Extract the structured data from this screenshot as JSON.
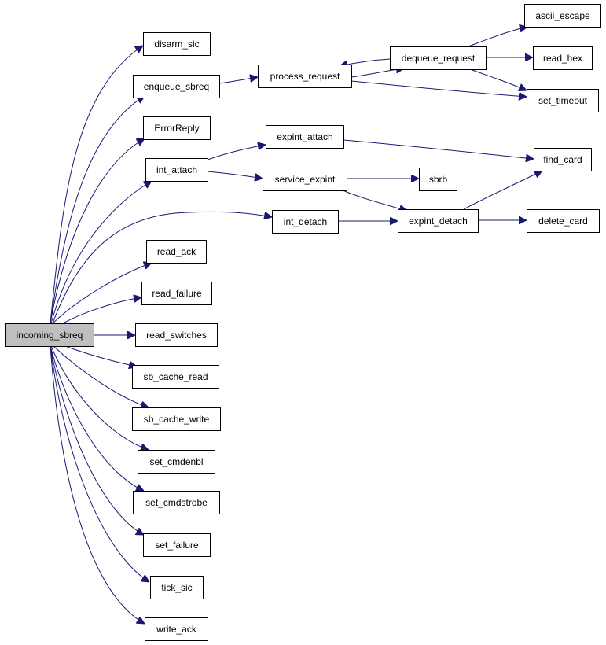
{
  "nodes": {
    "incoming_sbreq": "incoming_sbreq",
    "disarm_sic": "disarm_sic",
    "enqueue_sbreq": "enqueue_sbreq",
    "ErrorReply": "ErrorReply",
    "int_attach": "int_attach",
    "int_detach": "int_detach",
    "read_ack": "read_ack",
    "read_failure": "read_failure",
    "read_switches": "read_switches",
    "sb_cache_read": "sb_cache_read",
    "sb_cache_write": "sb_cache_write",
    "set_cmdenbl": "set_cmdenbl",
    "set_cmdstrobe": "set_cmdstrobe",
    "set_failure": "set_failure",
    "tick_sic": "tick_sic",
    "write_ack": "write_ack",
    "process_request": "process_request",
    "dequeue_request": "dequeue_request",
    "ascii_escape": "ascii_escape",
    "read_hex": "read_hex",
    "set_timeout": "set_timeout",
    "expint_attach": "expint_attach",
    "service_expint": "service_expint",
    "sbrb": "sbrb",
    "expint_detach": "expint_detach",
    "find_card": "find_card",
    "delete_card": "delete_card"
  },
  "colors": {
    "edge": "#191970",
    "root_fill": "#bfbfbf",
    "node_fill": "#ffffff",
    "border": "#000000"
  },
  "edges": [
    [
      "incoming_sbreq",
      "disarm_sic"
    ],
    [
      "incoming_sbreq",
      "enqueue_sbreq"
    ],
    [
      "incoming_sbreq",
      "ErrorReply"
    ],
    [
      "incoming_sbreq",
      "int_attach"
    ],
    [
      "incoming_sbreq",
      "int_detach"
    ],
    [
      "incoming_sbreq",
      "read_ack"
    ],
    [
      "incoming_sbreq",
      "read_failure"
    ],
    [
      "incoming_sbreq",
      "read_switches"
    ],
    [
      "incoming_sbreq",
      "sb_cache_read"
    ],
    [
      "incoming_sbreq",
      "sb_cache_write"
    ],
    [
      "incoming_sbreq",
      "set_cmdenbl"
    ],
    [
      "incoming_sbreq",
      "set_cmdstrobe"
    ],
    [
      "incoming_sbreq",
      "set_failure"
    ],
    [
      "incoming_sbreq",
      "tick_sic"
    ],
    [
      "incoming_sbreq",
      "write_ack"
    ],
    [
      "enqueue_sbreq",
      "process_request"
    ],
    [
      "process_request",
      "dequeue_request"
    ],
    [
      "process_request",
      "set_timeout"
    ],
    [
      "dequeue_request",
      "process_request"
    ],
    [
      "dequeue_request",
      "ascii_escape"
    ],
    [
      "dequeue_request",
      "read_hex"
    ],
    [
      "dequeue_request",
      "set_timeout"
    ],
    [
      "int_attach",
      "expint_attach"
    ],
    [
      "int_attach",
      "service_expint"
    ],
    [
      "expint_attach",
      "find_card"
    ],
    [
      "service_expint",
      "sbrb"
    ],
    [
      "service_expint",
      "expint_detach"
    ],
    [
      "int_detach",
      "expint_detach"
    ],
    [
      "expint_detach",
      "find_card"
    ],
    [
      "expint_detach",
      "delete_card"
    ]
  ]
}
